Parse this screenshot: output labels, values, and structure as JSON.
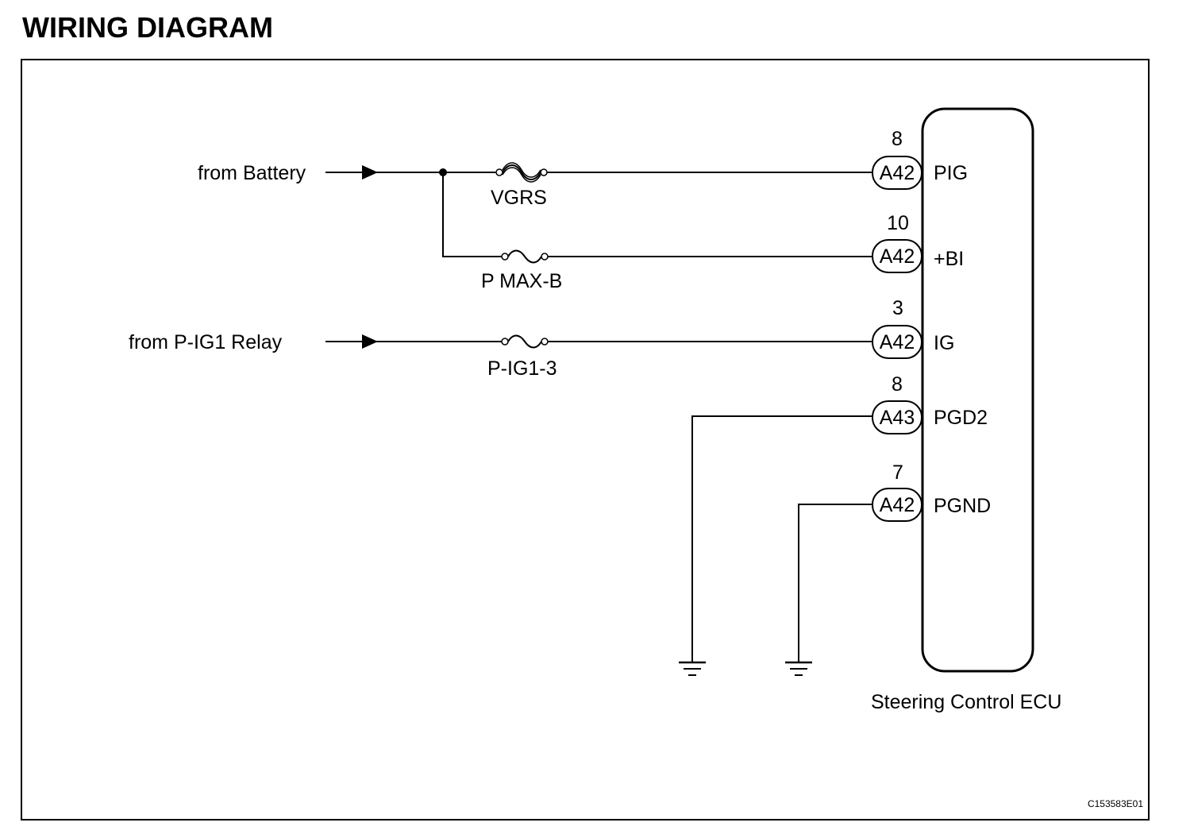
{
  "title": "WIRING DIAGRAM",
  "sources": {
    "battery": "from Battery",
    "pig1_relay": "from P-IG1 Relay"
  },
  "fuses": {
    "vgrs": "VGRS",
    "pmaxb": "P MAX-B",
    "pig13": "P-IG1-3"
  },
  "ecu": {
    "name": "Steering Control ECU"
  },
  "terminals": [
    {
      "pin": "8",
      "connector": "A42",
      "signal": "PIG"
    },
    {
      "pin": "10",
      "connector": "A42",
      "signal": "+BI"
    },
    {
      "pin": "3",
      "connector": "A42",
      "signal": "IG"
    },
    {
      "pin": "8",
      "connector": "A43",
      "signal": "PGD2"
    },
    {
      "pin": "7",
      "connector": "A42",
      "signal": "PGND"
    }
  ],
  "figure_code": "C153583E01"
}
